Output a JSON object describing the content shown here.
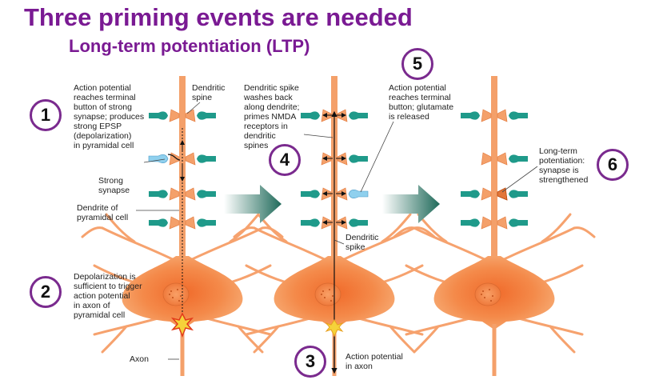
{
  "title": "Three priming events are needed",
  "subtitle": "Long-term potentiation (LTP)",
  "labels": {
    "l1": "Action potential\nreaches terminal\nbutton of strong\nsynapse; produces\nstrong EPSP\n(depolarization)\nin pyramidal cell",
    "dendritic_spine": "Dendritic\nspine",
    "strong_synapse": "Strong\nsynapse",
    "dendrite": "Dendrite of\npyramidal cell",
    "l2": "Depolarization is\nsufficient to trigger\naction potential\nin axon of\npyramidal cell",
    "axon": "Axon",
    "l4": "Dendritic spike\nwashes back\nalong dendrite;\nprimes NMDA\nreceptors in\ndendritic\nspines",
    "dendritic_spike": "Dendritic\nspike",
    "l3": "Action potential\nin axon",
    "l5": "Action potential\nreaches terminal\nbutton; glutamate\nis released",
    "l6": "Long-term\npotentiation:\nsynapse is\nstrengthened"
  },
  "steps": [
    "1",
    "2",
    "3",
    "4",
    "5",
    "6"
  ],
  "colors": {
    "title": "#7a1a93",
    "neuron": "#f4a06a",
    "neuron_dark": "#e2773a",
    "terminal": "#1f9a8a",
    "strong_terminal": "#8fd0ee",
    "circle_border": "#7a2a8e",
    "arrow": "#2a7a6a"
  }
}
